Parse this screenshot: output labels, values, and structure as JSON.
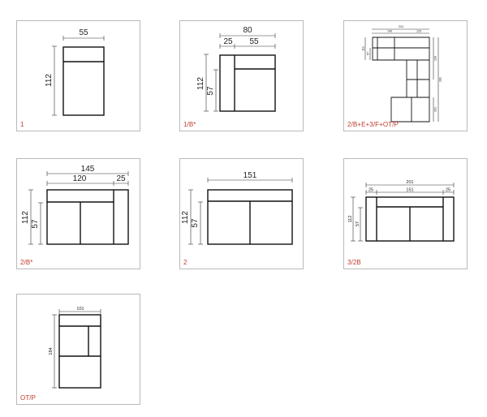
{
  "modules": [
    {
      "code": "1",
      "dims": {
        "width": "55",
        "depth": "112"
      }
    },
    {
      "code": "1/B*",
      "dims": {
        "total": "80",
        "arm": "25",
        "seat": "55",
        "depth": "112",
        "seat_depth": "57"
      }
    },
    {
      "code": "2/B+E+3/F+OT/P",
      "dims": {
        "top_total": "224",
        "top_left": "149",
        "top_right": "120",
        "left_a": "112",
        "left_b": "57",
        "right_a": "136",
        "right_b": "281",
        "right_c": "101"
      }
    },
    {
      "code": "2/B*",
      "dims": {
        "total": "145",
        "seat": "120",
        "arm": "25",
        "depth": "112",
        "seat_depth": "57"
      }
    },
    {
      "code": "2",
      "dims": {
        "width": "151",
        "depth": "112",
        "seat_depth": "57"
      }
    },
    {
      "code": "3/2B",
      "dims": {
        "total": "201",
        "arm_left": "25",
        "seat": "151",
        "arm_right": "25",
        "depth": "112",
        "seat_depth": "57"
      }
    },
    {
      "code": "OT/P",
      "dims": {
        "width": "101",
        "depth": "184"
      }
    }
  ]
}
